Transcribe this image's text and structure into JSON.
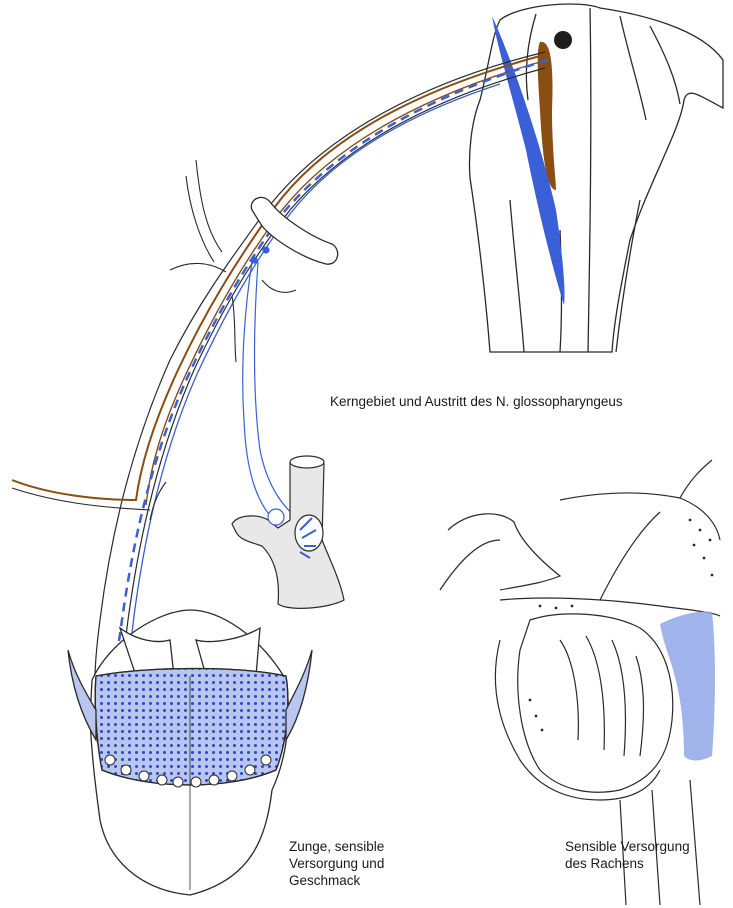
{
  "captions": {
    "nucleus_exit": [
      "Kerngebiet und Austritt des N. glossopharyngeus"
    ],
    "tongue": [
      "Zunge, sensible",
      "Versorgung und",
      "Geschmack"
    ],
    "pharynx": [
      "Sensible Versorgung",
      "des Rachens"
    ]
  },
  "colors": {
    "sensory_blue": "#3a5fd6",
    "sensory_fill": "#8fa6e6",
    "motor_brown": "#8a4d12",
    "nucleus_dark": "#1e1e1e",
    "outline": "#2a2a2a"
  }
}
